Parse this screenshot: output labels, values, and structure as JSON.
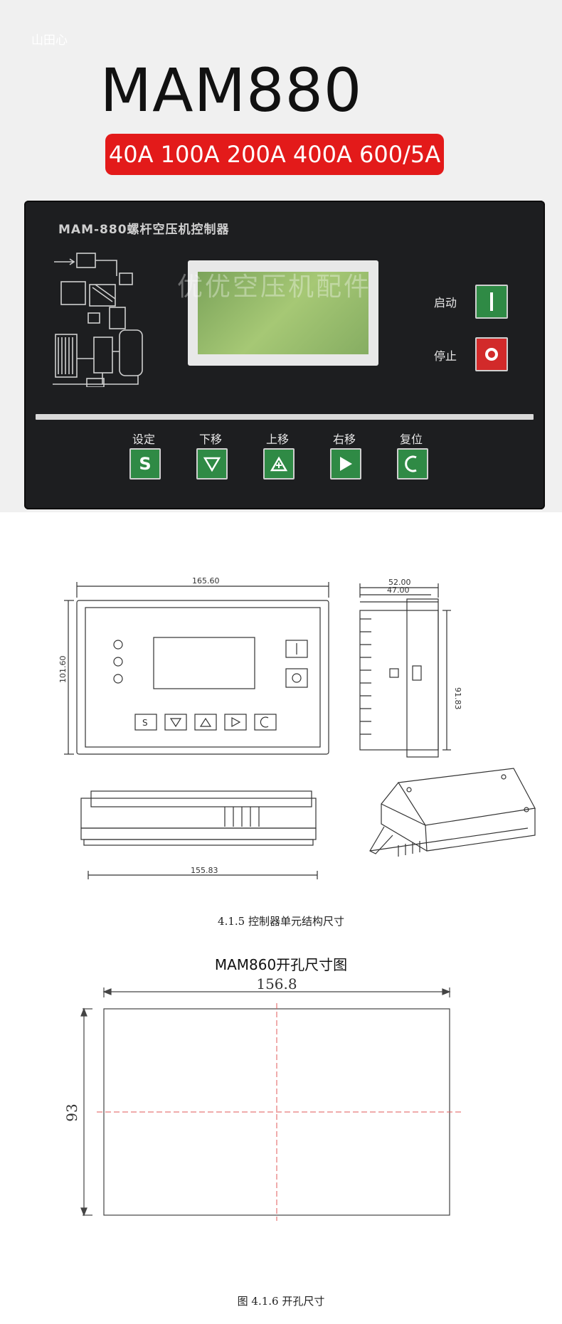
{
  "header": {
    "watermark": "山田心",
    "model": "MAM880",
    "ratings": "40A 100A 200A 400A 600/5A"
  },
  "panel": {
    "title": "MAM-880螺杆空压机控制器",
    "watermark": "优优空压机配件",
    "start_label": "启动",
    "stop_label": "停止",
    "keys": [
      {
        "label": "设定",
        "icon": "s-letter-icon"
      },
      {
        "label": "下移",
        "icon": "triangle-down-icon"
      },
      {
        "label": "上移",
        "icon": "triangle-up-plus-icon"
      },
      {
        "label": "右移",
        "icon": "triangle-right-icon"
      },
      {
        "label": "复位",
        "icon": "reset-moon-icon"
      }
    ],
    "colors": {
      "panel": "#1d1e20",
      "green": "#2f8a45",
      "red": "#d22a2a",
      "lcd": "#a6c875",
      "banner": "#e31a1a"
    }
  },
  "drawing": {
    "front_width": "165.60",
    "front_height": "101.60",
    "side_depth_outer": "52.00",
    "side_depth_inner": "47.00",
    "side_height": "91.83",
    "bottom_width": "155.83",
    "caption": "4.1.5  控制器单元结构尺寸",
    "front_key_s": "S"
  },
  "cutout": {
    "title": "MAM860开孔尺寸图",
    "width": "156.8",
    "height": "93",
    "caption": "图 4.1.6  开孔尺寸"
  }
}
